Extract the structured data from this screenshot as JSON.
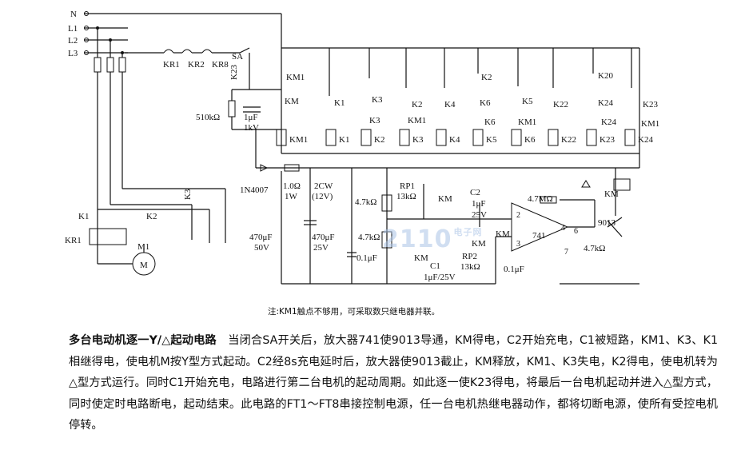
{
  "diagram": {
    "supply_labels": [
      "N",
      "L1",
      "L2",
      "L3"
    ],
    "relay_labels": [
      "KR1",
      "KR2",
      "KR8"
    ],
    "switch_labels": [
      "SA",
      "K23"
    ],
    "resistor_510": "510kΩ",
    "cap_1uF": "1μF",
    "cap_1kV": "1kV",
    "contact_labels": [
      "KM1",
      "KM",
      "K1",
      "K3",
      "K3",
      "K2",
      "KM1",
      "K2",
      "K4",
      "K6",
      "K5",
      "K6",
      "KM1",
      "K22",
      "K20",
      "K24",
      "K24",
      "K23",
      "KM1"
    ],
    "coil_labels": [
      "KM1",
      "K1",
      "K2",
      "K3",
      "K4",
      "K5",
      "K6",
      "K22",
      "K23",
      "K24"
    ],
    "motor_labels": [
      "K1",
      "K2",
      "K3",
      "KR1",
      "M1"
    ],
    "diode": "1N4007",
    "resistor_1": "1.0Ω",
    "resistor_1w": "1W",
    "zener": "2CW",
    "zener_v": "(12V)",
    "cap_470_a": "470μF",
    "cap_470_a_v": "50V",
    "cap_470_b": "470μF",
    "cap_470_b_v": "25V",
    "r_47_a": "4.7kΩ",
    "r_47_b": "4.7kΩ",
    "cap_01_a": "0.1μF",
    "rp1": "RP1",
    "rp1_val": "13kΩ",
    "km_a": "KM",
    "km_b": "KM",
    "km_c": "KM",
    "km_d": "KM",
    "km_e": "KM",
    "c2": "C2",
    "c2_val": "1μF",
    "c2_v": "25V",
    "c1": "C1",
    "c1_val": "1μF/25V",
    "rp2": "RP2",
    "rp2_val": "13kΩ",
    "cap_01_b": "0.1μF",
    "r_47m": "4.7MΩ",
    "opamp": "741",
    "pin2": "2",
    "pin3": "3",
    "pin4": "4",
    "pin6": "6",
    "pin7": "7",
    "transistor": "9013",
    "r_47_c": "4.7kΩ"
  },
  "note": "注:KM1触点不够用，可采取数只继电器并联。",
  "watermark": {
    "main": "2110",
    "small": "电子网"
  },
  "caption": {
    "title": "多台电动机逐一Y/△起动电路",
    "body": "　当闭合SA开关后，放大器741使9013导通，KM得电，C2开始充电，C1被短路，KM1、K3、K1相继得电，使电机M按Y型方式起动。C2经8s充电延时后，放大器使9013截止，KM释放，KM1、K3失电，K2得电，使电机转为△型方式运行。同时C1开始充电，电路进行第二台电机的起动周期。如此逐一使K23得电，将最后一台电机起动并进入△型方式，同时使定时电路断电，起动结束。此电路的FT1～FT8串接控制电源，任一台电机热继电器动作，都将切断电源，使所有受控电机停转。"
  }
}
